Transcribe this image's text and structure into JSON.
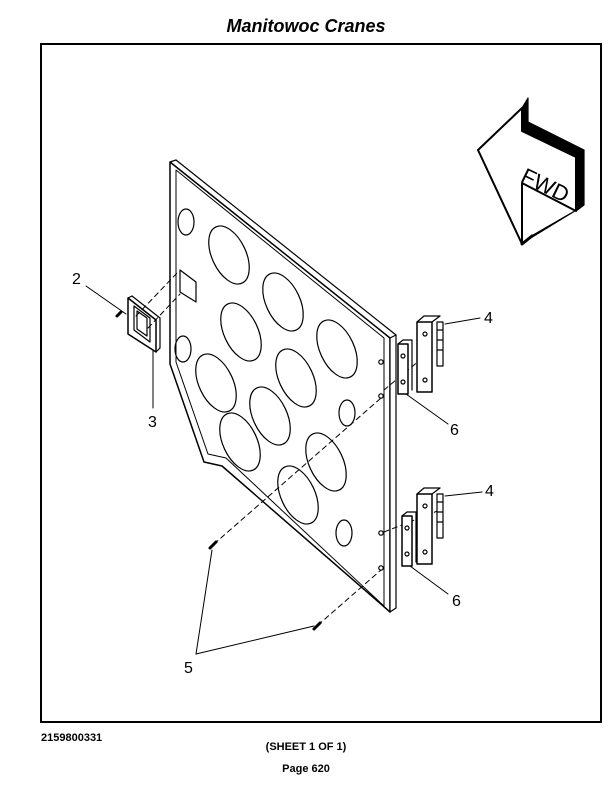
{
  "header": {
    "title": "Manitowoc Cranes"
  },
  "diagram": {
    "arrow_label": "FWD",
    "callouts": {
      "c2": "2",
      "c3": "3",
      "c4_top": "4",
      "c6_top": "6",
      "c4_bottom": "4",
      "c6_bottom": "6",
      "c5": "5"
    }
  },
  "footer": {
    "document_number": "2159800331",
    "sheet": "(SHEET 1 OF 1)",
    "page": "Page 620"
  }
}
